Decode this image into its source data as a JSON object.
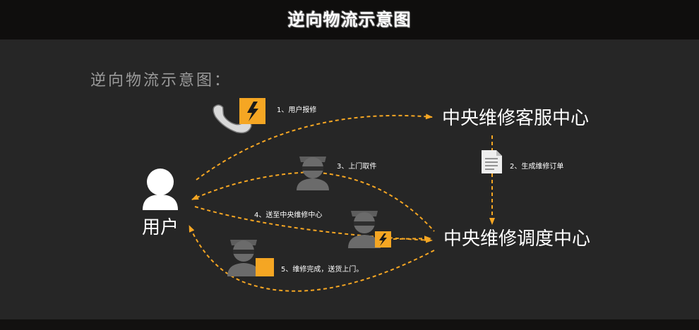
{
  "header": {
    "title": "逆向物流示意图"
  },
  "diagram": {
    "heading": "逆向物流示意图：",
    "nodes": {
      "user": "用户",
      "service_center": "中央维修客服中心",
      "dispatch_center": "中央维修调度中心"
    },
    "steps": [
      {
        "label": "1、用户报修"
      },
      {
        "label": "2、生成维修订单"
      },
      {
        "label": "3、上门取件"
      },
      {
        "label": "4、送至中央维修中心"
      },
      {
        "label": "5、维修完成，送货上门。"
      }
    ]
  },
  "colors": {
    "accent": "#f5a623",
    "background": "#262626",
    "header_bg": "#0f0e0d",
    "figure": "#6b6b6b"
  }
}
